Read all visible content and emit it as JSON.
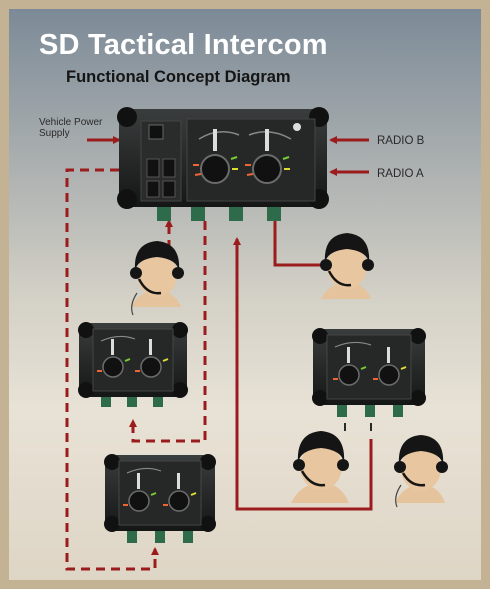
{
  "title": "SD Tactical Intercom",
  "subtitle": "Functional Concept Diagram",
  "inputs": {
    "power": "Vehicle Power Supply",
    "radio_b": "RADIO B",
    "radio_a": "RADIO A"
  },
  "colors": {
    "link": "#9b1c1c",
    "unit": "#1f2222",
    "connector": "#2d6b4a",
    "title": "#ffffff"
  },
  "units": [
    {
      "role": "master"
    },
    {
      "role": "remote-left-upper"
    },
    {
      "role": "remote-left-lower"
    },
    {
      "role": "remote-right"
    }
  ],
  "headsets": [
    {
      "position": "left-of-master"
    },
    {
      "position": "right-of-master"
    },
    {
      "position": "right-lower-left"
    },
    {
      "position": "right-lower-right"
    }
  ]
}
